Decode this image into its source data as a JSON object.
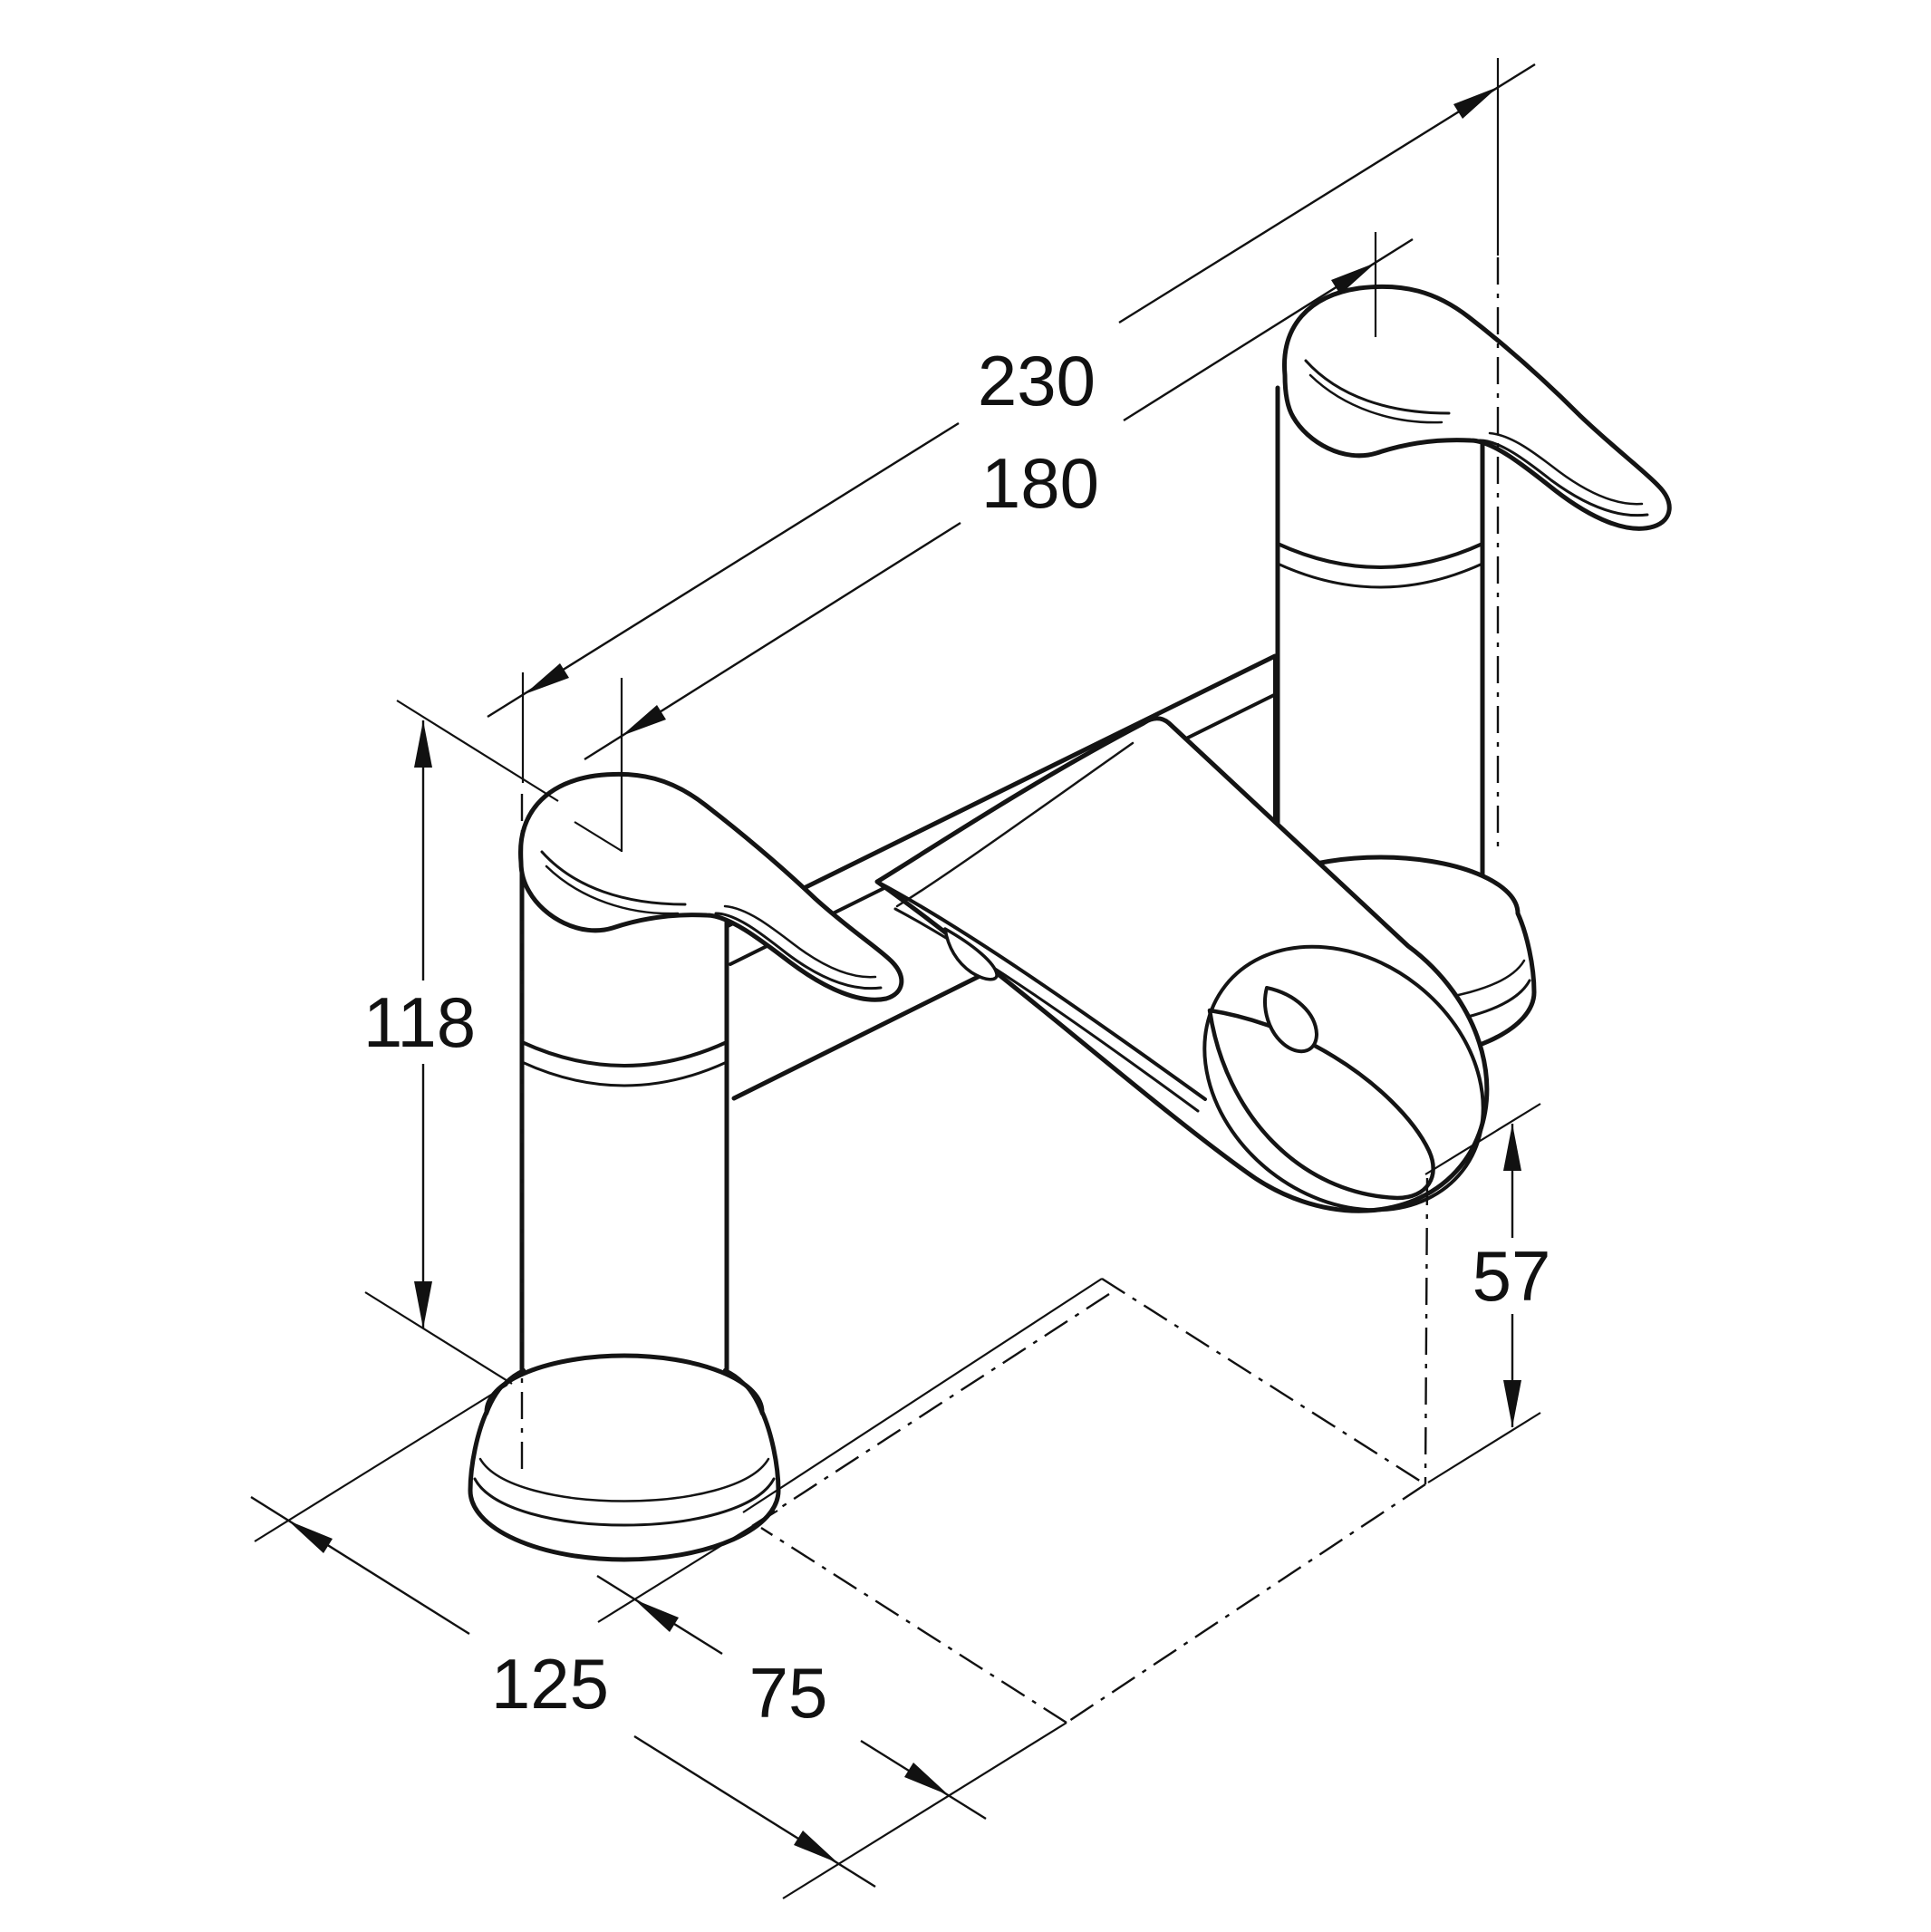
{
  "drawing": {
    "type": "technical-dimension-drawing",
    "subject": "two-handle bath filler mixer tap, isometric line view",
    "line_color": "#141414",
    "background_color": "#ffffff",
    "dimensions": {
      "overall_width": "230",
      "tap_centres": "180",
      "body_height": "118",
      "spout_clearance": "57",
      "base_depth": "125",
      "spout_projection": "75"
    }
  }
}
